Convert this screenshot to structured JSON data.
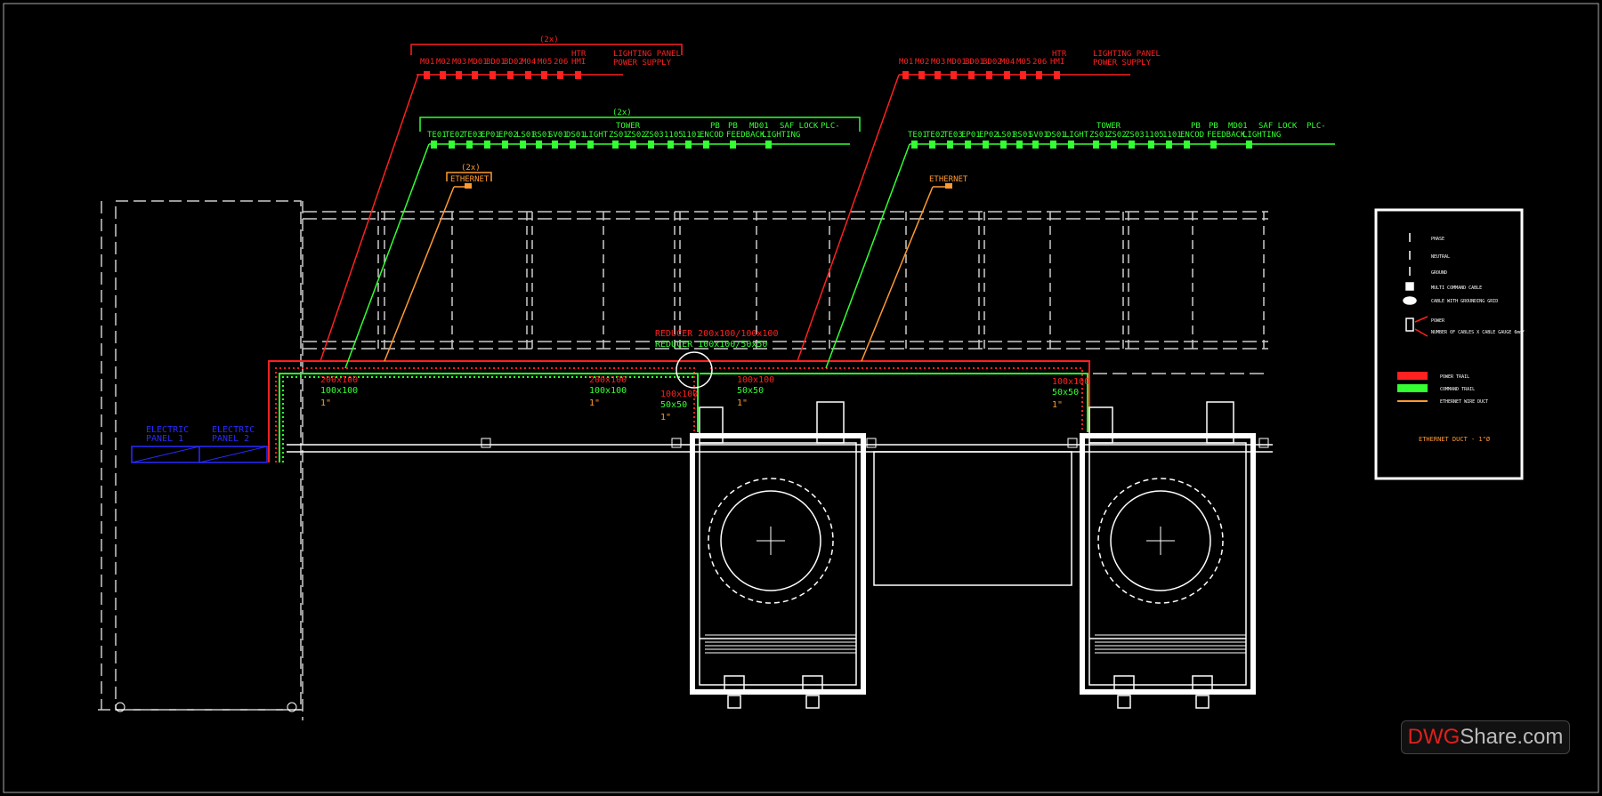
{
  "top_left": {
    "multiplier": "(2x)",
    "power_labels": [
      "M01",
      "M02",
      "M03",
      "MD01",
      "BD01",
      "BD02",
      "M04",
      "M05",
      "206",
      "HMI"
    ],
    "htr_label": "HTR",
    "lighting_panel": "LIGHTING PANEL",
    "power_supply": "POWER SUPPLY",
    "control_multiplier": "(2x)",
    "control_labels": [
      "TE01",
      "TE02",
      "TE03",
      "EP01",
      "EP02",
      "LS01",
      "RS01",
      "SV01",
      "DS01",
      "LIGHT",
      "ZS01",
      "ZS02",
      "ZS03",
      "1105",
      "1101",
      "ENCOD",
      "FEEDBACK",
      "LIGHTING"
    ],
    "tower": "TOWER",
    "pb1": "PB",
    "pb2": "PB",
    "md01": "MD01",
    "saf_lock": "SAF LOCK",
    "plc": "PLC-",
    "eth_multiplier": "(2x)",
    "ethernet": "ETHERNET"
  },
  "top_right": {
    "power_labels": [
      "M01",
      "M02",
      "M03",
      "MD01",
      "BD01",
      "BD02",
      "M04",
      "M05",
      "206",
      "HMI"
    ],
    "htr_label": "HTR",
    "lighting_panel": "LIGHTING PANEL",
    "power_supply": "POWER SUPPLY",
    "control_labels": [
      "TE01",
      "TE02",
      "TE03",
      "EP01",
      "EP02",
      "LS01",
      "RS01",
      "SV01",
      "DS01",
      "LIGHT",
      "ZS01",
      "ZS02",
      "ZS03",
      "1105",
      "1101",
      "ENCOD",
      "FEEDBACK",
      "LIGHTING"
    ],
    "tower": "TOWER",
    "pb1": "PB",
    "pb2": "PB",
    "md01": "MD01",
    "saf_lock": "SAF LOCK",
    "plc": "PLC-",
    "ethernet": "ETHERNET"
  },
  "reducer": {
    "power": "REDUCER 200x100/100x100",
    "control": "REDUCER 100x100/50x50"
  },
  "tray_labels": [
    {
      "power": "200x100",
      "control": "100x100",
      "eth": "1\""
    },
    {
      "power": "200x100",
      "control": "100x100",
      "eth": "1\""
    },
    {
      "power": "100x100",
      "control": "50x50",
      "eth": "1\""
    },
    {
      "power": "100x100",
      "control": "50x50",
      "eth": "1\""
    },
    {
      "power": "100x100",
      "control": "50x50",
      "eth": "1\""
    }
  ],
  "panels": {
    "panel1": "ELECTRIC PANEL 1",
    "panel2": "ELECTRIC PANEL 2"
  },
  "legend": {
    "items": [
      "PHASE",
      "NEUTRAL",
      "GROUND",
      "MULTI COMMAND CABLE",
      "CABLE WITH GROUNDING GRID",
      "POWER",
      "NUMBER OF CABLES X CABLE GAUGE 6mm²"
    ],
    "power_tray": "POWER TRAIL",
    "command_tray": "COMMAND TRAIL",
    "ethernet_duct": "ETHERNET WIRE DUCT",
    "ethernet_note": "ETHERNET DUCT - 1\"Ø"
  },
  "colors": {
    "power": "#ff2020",
    "control": "#33ff33",
    "ethernet": "#ff9a33",
    "panel": "#2a2aff",
    "equipment": "#ffffff"
  },
  "watermark": {
    "part1": "DWG",
    "part2": "Share.com"
  }
}
